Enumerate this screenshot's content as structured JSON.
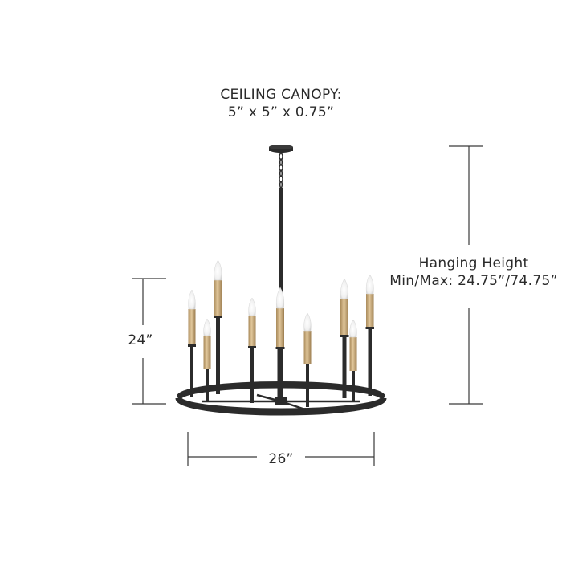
{
  "canopy": {
    "title": "CEILING CANOPY:",
    "dimensions": "5” x 5” x 0.75”"
  },
  "hanging_height": {
    "title": "Hanging Height",
    "range": "Min/Max: 24.75”/74.75”"
  },
  "fixture_height": {
    "label": "24”"
  },
  "fixture_width": {
    "label": "26”"
  },
  "colors": {
    "frame": "#2b2b2b",
    "brass": "#c9a978",
    "dimension_line": "#3a3a3a",
    "background": "#ffffff"
  },
  "fixture": {
    "type": "9-light candle chandelier",
    "finish": "matte black with brass candle sleeves",
    "light_count": 9
  }
}
